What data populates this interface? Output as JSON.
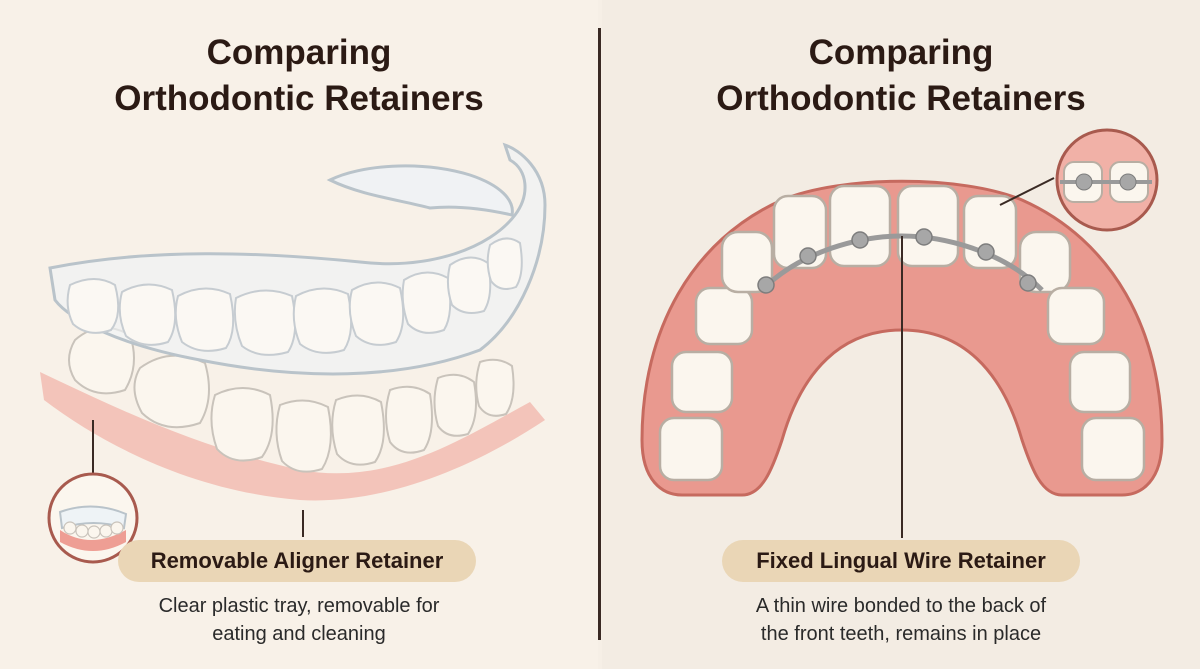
{
  "left": {
    "title_line1": "Comparing",
    "title_line2": "Orthodontic Retainers",
    "label": "Removable Aligner Retainer",
    "desc_line1": "Clear plastic tray, removable for",
    "desc_line2": "eating and cleaning"
  },
  "right": {
    "title_line1": "Comparing",
    "title_line2": "Orthodontic Retainers",
    "label": "Fixed Lingual Wire Retainer",
    "desc_line1": "A thin wire bonded to the back of",
    "desc_line2": "the front teeth, remains in place"
  },
  "colors": {
    "background_left": "#f8f1e8",
    "background_right": "#f3ece3",
    "gum": "#e9998f",
    "tooth": "#fbf6ee",
    "label_pill": "#ead6b6",
    "wire": "#9a9a9a"
  }
}
